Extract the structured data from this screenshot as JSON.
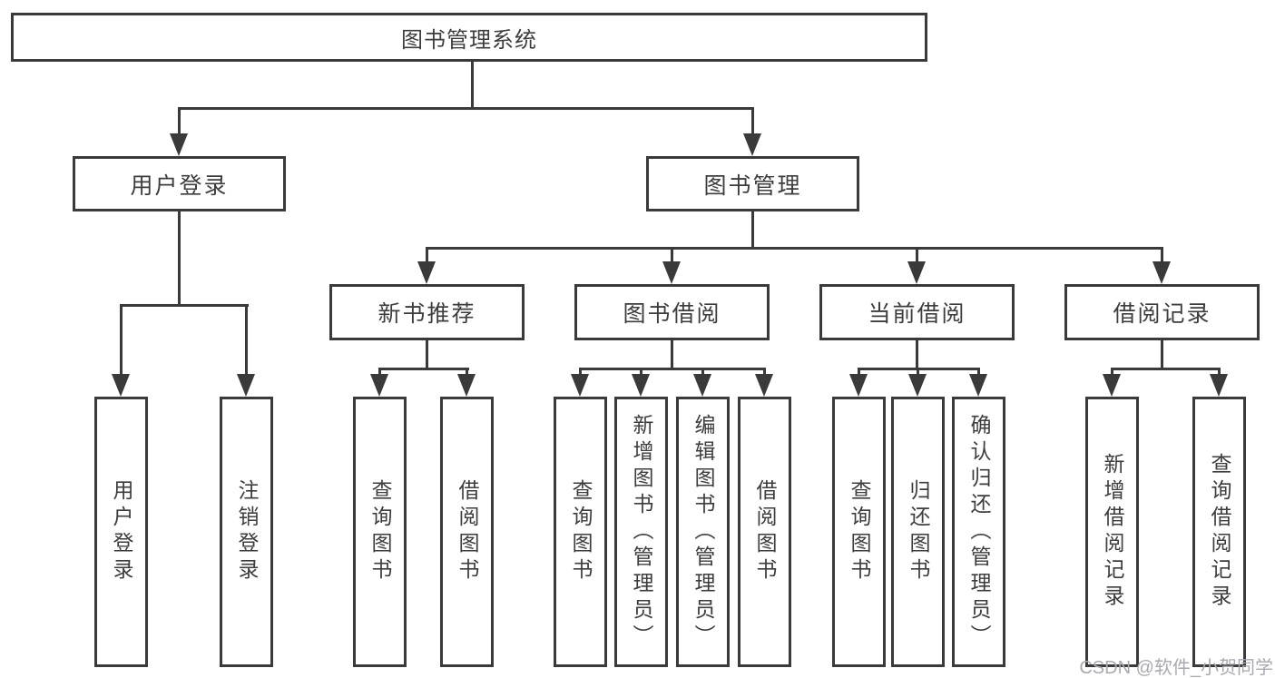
{
  "tree": {
    "root": {
      "label": "图书管理系统",
      "children": [
        {
          "label": "用户登录",
          "children": [
            {
              "label": "用户登录"
            },
            {
              "label": "注销登录"
            }
          ]
        },
        {
          "label": "图书管理",
          "children": [
            {
              "label": "新书推荐",
              "children": [
                {
                  "label": "查询图书"
                },
                {
                  "label": "借阅图书"
                }
              ]
            },
            {
              "label": "图书借阅",
              "children": [
                {
                  "label": "查询图书"
                },
                {
                  "label": "新增图书（管理员）"
                },
                {
                  "label": "编辑图书（管理员）"
                },
                {
                  "label": "借阅图书"
                }
              ]
            },
            {
              "label": "当前借阅",
              "children": [
                {
                  "label": "查询图书"
                },
                {
                  "label": "归还图书"
                },
                {
                  "label": "确认归还（管理员）"
                }
              ]
            },
            {
              "label": "借阅记录",
              "children": [
                {
                  "label": "新增借阅记录"
                },
                {
                  "label": "查询借阅记录"
                }
              ]
            }
          ]
        }
      ]
    }
  },
  "watermark": {
    "text": "CSDN @软件_小贺同学"
  },
  "colors": {
    "line": "#3a3a3a",
    "text": "#3d3d3d",
    "watermark": "#a9a9b2",
    "background": "#ffffff"
  }
}
